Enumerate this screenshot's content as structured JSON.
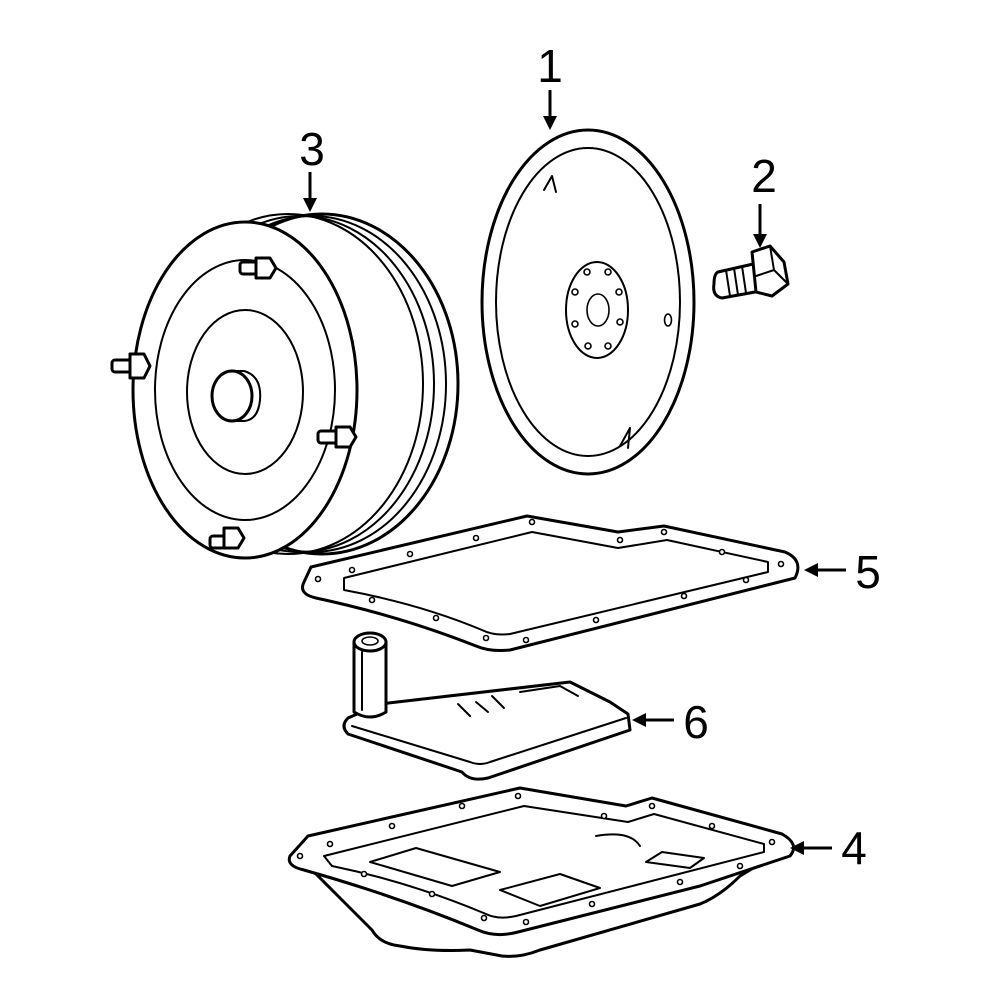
{
  "diagram": {
    "highlight_color": "#3355bb",
    "line_color": "#000000",
    "callouts": [
      {
        "id": "1",
        "text": "1"
      },
      {
        "id": "2",
        "text": "2"
      },
      {
        "id": "3",
        "text": "3"
      },
      {
        "id": "4",
        "text": "4"
      },
      {
        "id": "5",
        "text": "5"
      },
      {
        "id": "6",
        "text": "6"
      }
    ]
  }
}
